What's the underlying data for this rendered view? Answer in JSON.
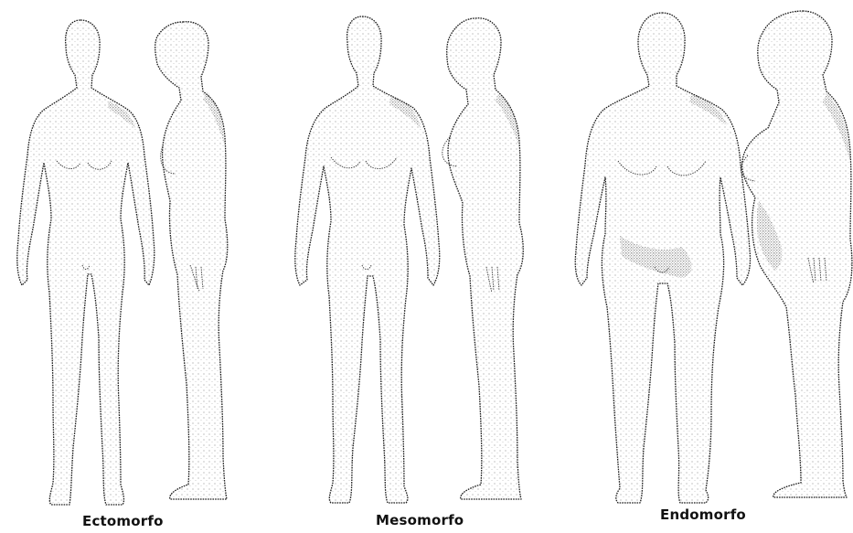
{
  "figures": [
    {
      "id": "ectomorph",
      "label": "Ectomorfo",
      "icon": "female-body-ectomorph-icon"
    },
    {
      "id": "mesomorph",
      "label": "Mesomorfo",
      "icon": "female-body-mesomorph-icon"
    },
    {
      "id": "endomorph",
      "label": "Endomorfo",
      "icon": "female-body-endomorph-icon"
    }
  ],
  "colors": {
    "background": "#ffffff",
    "ink": "#111111"
  }
}
